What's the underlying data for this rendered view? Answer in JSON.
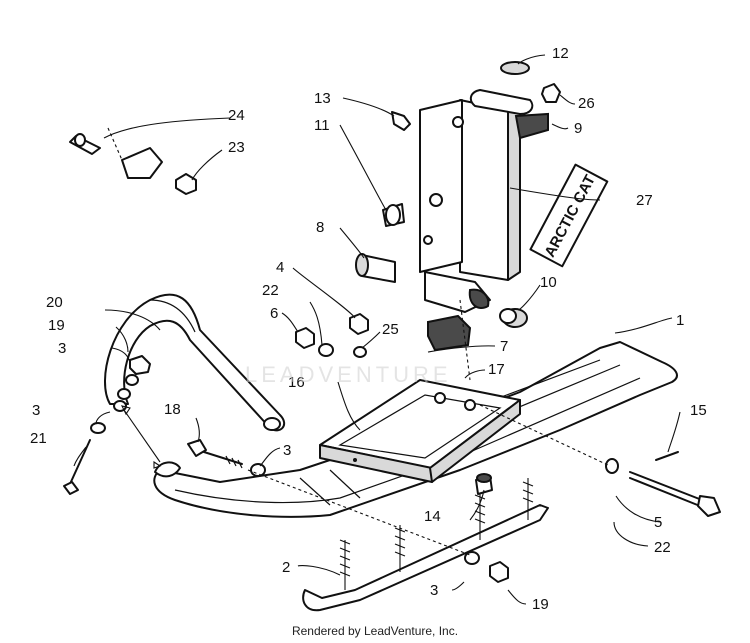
{
  "labels": {
    "l1": "1",
    "l2": "2",
    "l3a": "3",
    "l3b": "3",
    "l3c": "3",
    "l3d": "3",
    "l4": "4",
    "l5": "5",
    "l6": "6",
    "l7": "7",
    "l8": "8",
    "l9": "9",
    "l10": "10",
    "l11": "11",
    "l12": "12",
    "l13": "13",
    "l14": "14",
    "l15": "15",
    "l16": "16",
    "l17": "17",
    "l18": "18",
    "l19a": "19",
    "l19b": "19",
    "l20": "20",
    "l21": "21",
    "l22a": "22",
    "l22b": "22",
    "l23": "23",
    "l24": "24",
    "l25": "25",
    "l26": "26",
    "l27": "27"
  },
  "decal_text": "ARCTIC CAT",
  "watermark": "LEADVENTURE",
  "credit": "Rendered by LeadVenture, Inc."
}
